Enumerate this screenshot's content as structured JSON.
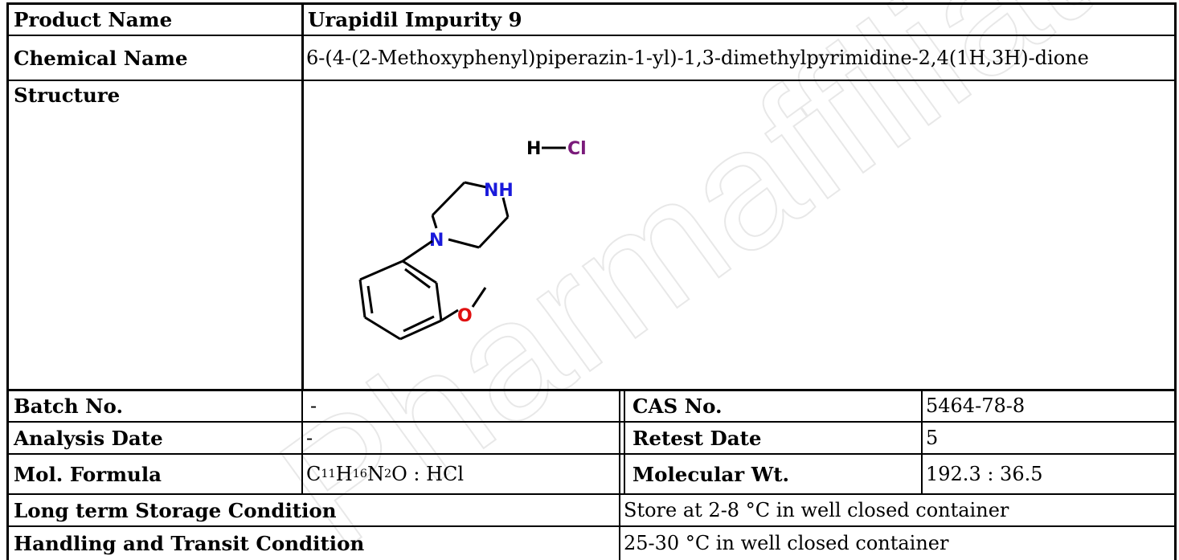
{
  "watermark": "Pharmaffiliates COA",
  "rows": {
    "product_name": {
      "label": "Product Name",
      "value": "Urapidil Impurity 9"
    },
    "chemical_name": {
      "label": "Chemical Name",
      "value": "6-(4-(2-Methoxyphenyl)piperazin-1-yl)-1,3-dimethylpyrimidine-2,4(1H,3H)-dione"
    },
    "structure": {
      "label": "Structure"
    },
    "batch": {
      "label": "Batch No.",
      "value": "-",
      "label2": "CAS No.",
      "value2": "5464-78-8"
    },
    "analysis": {
      "label": "Analysis Date",
      "value": "-",
      "label2": "Retest Date",
      "value2": "5"
    },
    "formula": {
      "label": "Mol. Formula",
      "parts": {
        "c": "C",
        "c_n": "11",
        "h": "H",
        "h_n": "16",
        "n": "N",
        "n_n": "2",
        "o_rest": "O : HCl"
      },
      "label2": "Molecular Wt.",
      "value2": "192.3 : 36.5"
    },
    "storage": {
      "label": "Long term Storage Condition",
      "value": "Store at 2-8 °C in well closed container"
    },
    "handling": {
      "label": "Handling and Transit Condition",
      "value": "25-30 °C in well closed container"
    }
  },
  "structure_atoms": {
    "h": "H",
    "cl": "Cl",
    "nh": "NH",
    "n": "N",
    "o": "O"
  },
  "colors": {
    "nitrogen": "#1a1adb",
    "oxygen": "#e01010",
    "chlorine": "#7a1a7a",
    "watermark": "#e9e9e9"
  }
}
